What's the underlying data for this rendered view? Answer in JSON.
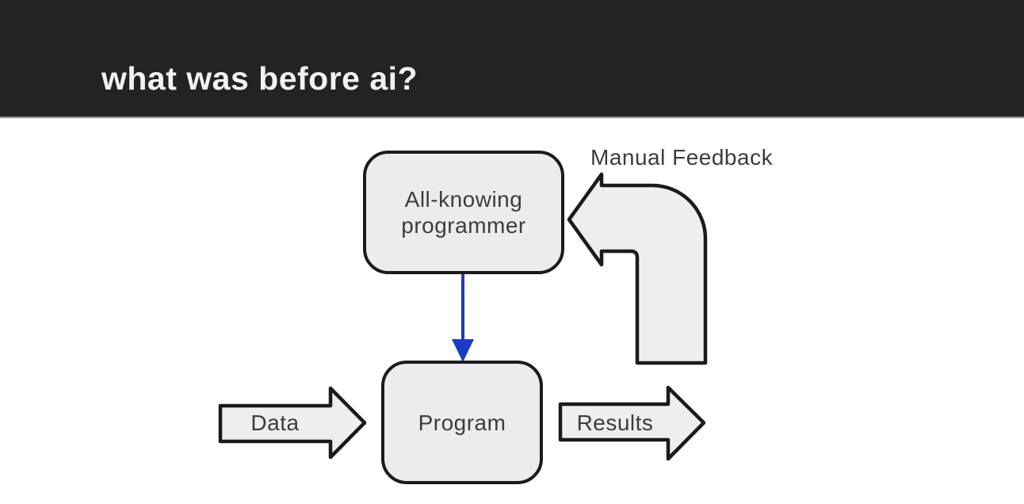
{
  "slide": {
    "title": "what was before ai?"
  },
  "diagram": {
    "programmer_box": {
      "line1": "All-knowing",
      "line2": "programmer"
    },
    "program_box": {
      "label": "Program"
    },
    "data_arrow": {
      "label": "Data"
    },
    "results_arrow": {
      "label": "Results"
    },
    "feedback_arrow": {
      "label": "Manual Feedback"
    },
    "connections": [
      {
        "from": "All-knowing programmer",
        "to": "Program",
        "style": "blue-arrow"
      },
      {
        "from": "Data",
        "to": "Program",
        "style": "block-arrow"
      },
      {
        "from": "Program",
        "to": "Results",
        "style": "block-arrow"
      },
      {
        "from": "Program",
        "to": "All-knowing programmer",
        "label": "Manual Feedback",
        "style": "bent-block-arrow"
      }
    ],
    "colors": {
      "header_bg": "#232323",
      "header_border": "#8a8a8a",
      "title_text": "#f2f2f2",
      "canvas_bg": "#ffffff",
      "shape_fill": "#ececec",
      "arrow_fill": "#eeeeee",
      "shape_stroke": "#1b1b1b",
      "label_text": "#3c3c3c",
      "connector_blue": "#1b3bc4"
    }
  }
}
